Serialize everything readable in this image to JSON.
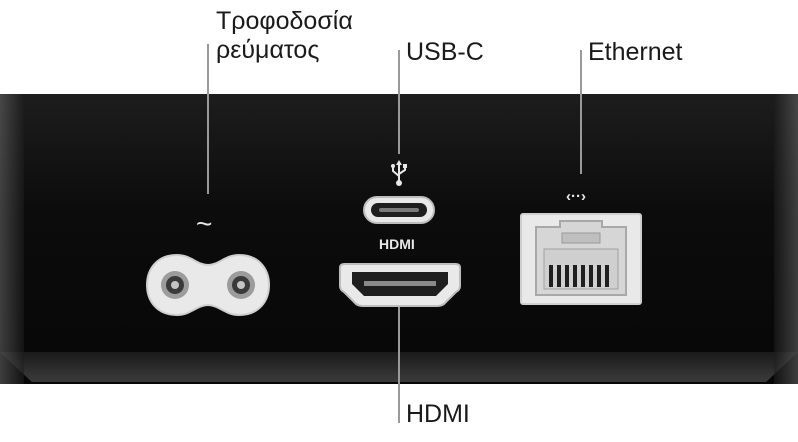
{
  "callouts": {
    "power_line1": "Τροφοδοσία",
    "power_line2": "ρεύματος",
    "usbc": "USB-C",
    "ethernet": "Ethernet",
    "hdmi": "HDMI"
  },
  "device": {
    "hdmi_port_label": "HDMI",
    "power_symbol": "~",
    "usb_symbol": "⭍",
    "ethernet_symbol": "‹··›"
  },
  "colors": {
    "device_body": "#0c0c0c",
    "leader_line": "#9a9a9a",
    "port_fill": "#e9e9e9"
  },
  "icons": [
    "ac-power-symbol-icon",
    "usb-symbol-icon",
    "ethernet-symbol-icon"
  ]
}
